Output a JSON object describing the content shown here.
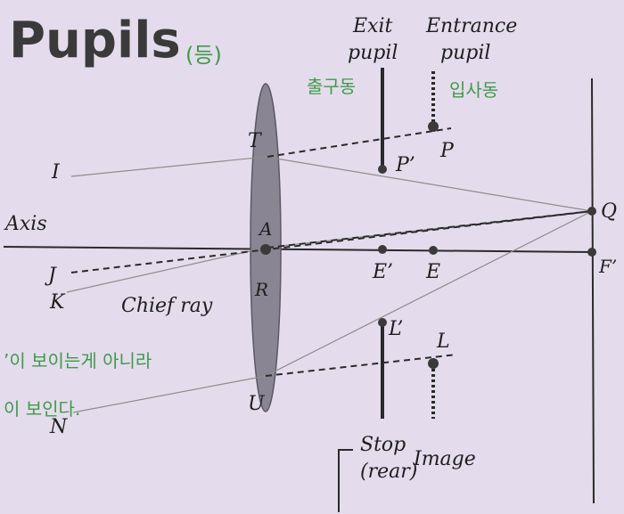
{
  "title": "Pupils",
  "title_note": "(등)",
  "labels": {
    "exit_pupil_line1": "Exit",
    "exit_pupil_line2": "pupil",
    "entrance_pupil_line1": "Entrance",
    "entrance_pupil_line2": "pupil",
    "axis": "Axis",
    "chief_ray": "Chief ray",
    "stop_line1": "Stop",
    "stop_line2": "(rear)",
    "image": "Image",
    "I": "I",
    "J": "J",
    "K": "K",
    "N": "N",
    "T": "T",
    "A": "A",
    "R": "R",
    "U": "U",
    "P_prime": "P’",
    "P": "P",
    "E_prime": "E’",
    "E": "E",
    "L_prime": "L’",
    "L": "L",
    "Q": "Q",
    "F_prime": "F’"
  },
  "handwritten": {
    "exit_note": "출구동",
    "entrance_note": "입사동",
    "note_line1": "’이 보이는게 아니라",
    "note_line2": "이 보인다."
  },
  "colors": {
    "background": "#e4dcec",
    "lens": "#8a8592",
    "handwriting": "#3f9a4a",
    "rays": "#8d8d8d",
    "lines": "#2a2a2a"
  }
}
